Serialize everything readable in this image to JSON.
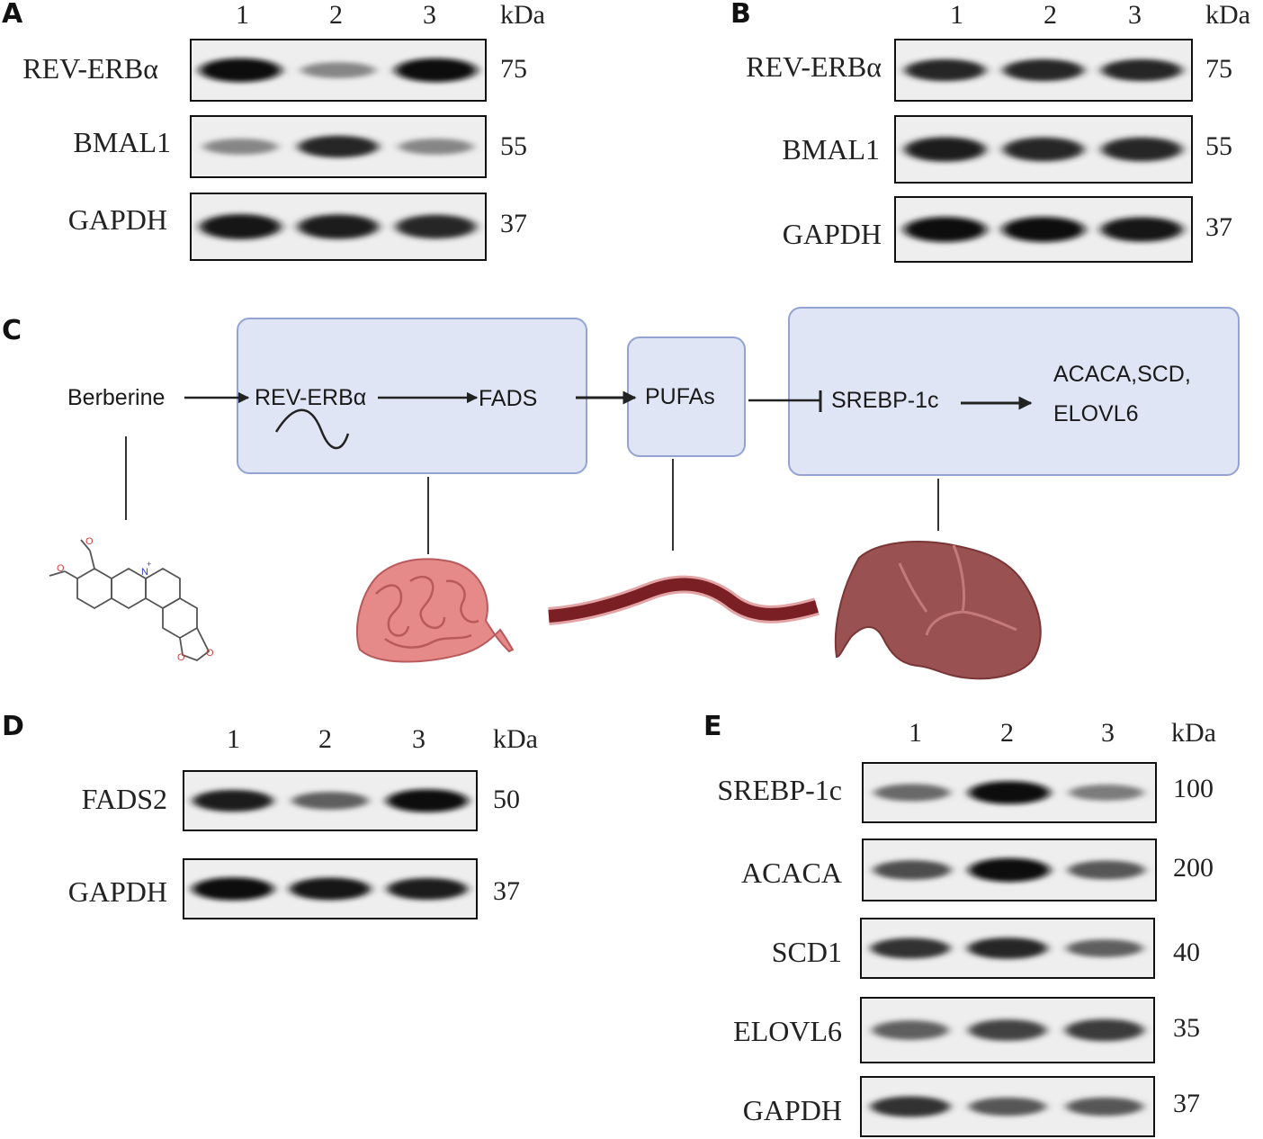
{
  "panels": {
    "A": {
      "letter": "A",
      "lanes": [
        "1",
        "2",
        "3"
      ],
      "kda_label": "kDa",
      "rows": [
        {
          "protein": "REV-ERBα",
          "mw": "75",
          "band_intensity": [
            1.0,
            0.35,
            1.0
          ]
        },
        {
          "protein": "BMAL1",
          "mw": "55",
          "band_intensity": [
            0.35,
            0.85,
            0.35
          ]
        },
        {
          "protein": "GAPDH",
          "mw": "37",
          "band_intensity": [
            0.95,
            0.9,
            0.85
          ]
        }
      ]
    },
    "B": {
      "letter": "B",
      "lanes": [
        "1",
        "2",
        "3"
      ],
      "kda_label": "kDa",
      "rows": [
        {
          "protein": "REV-ERBα",
          "mw": "75",
          "band_intensity": [
            0.85,
            0.85,
            0.85
          ]
        },
        {
          "protein": "BMAL1",
          "mw": "55",
          "band_intensity": [
            0.9,
            0.85,
            0.85
          ]
        },
        {
          "protein": "GAPDH",
          "mw": "37",
          "band_intensity": [
            1.0,
            1.0,
            0.95
          ]
        }
      ]
    },
    "C": {
      "letter": "C",
      "berberine": "Berberine",
      "reverb": "REV-ERBα",
      "fads": "FADS",
      "pufas": "PUFAs",
      "srebp": "SREBP-1c",
      "targets_line1": "ACACA,SCD,",
      "targets_line2": "ELOVL6",
      "mol_atom_o": "O",
      "mol_atom_n": "N",
      "mol_charge": "+"
    },
    "D": {
      "letter": "D",
      "lanes": [
        "1",
        "2",
        "3"
      ],
      "kda_label": "kDa",
      "rows": [
        {
          "protein": "FADS2",
          "mw": "50",
          "band_intensity": [
            0.9,
            0.55,
            1.0
          ]
        },
        {
          "protein": "GAPDH",
          "mw": "37",
          "band_intensity": [
            1.0,
            0.95,
            0.9
          ]
        }
      ]
    },
    "E": {
      "letter": "E",
      "lanes": [
        "1",
        "2",
        "3"
      ],
      "kda_label": "kDa",
      "rows": [
        {
          "protein": "SREBP-1c",
          "mw": "100",
          "band_intensity": [
            0.5,
            1.0,
            0.4
          ]
        },
        {
          "protein": "ACACA",
          "mw": "200",
          "band_intensity": [
            0.65,
            1.0,
            0.6
          ]
        },
        {
          "protein": "SCD1",
          "mw": "40",
          "band_intensity": [
            0.8,
            0.85,
            0.55
          ]
        },
        {
          "protein": "ELOVL6",
          "mw": "35",
          "band_intensity": [
            0.55,
            0.7,
            0.75
          ]
        },
        {
          "protein": "GAPDH",
          "mw": "37",
          "band_intensity": [
            0.8,
            0.6,
            0.6
          ]
        }
      ]
    }
  },
  "colors": {
    "diagram_box_fill": "#dfe5f4",
    "diagram_box_border": "#93a4d2",
    "intestine": "#e58a88",
    "vessel": "#7a1f24",
    "liver": "#9a5152"
  }
}
